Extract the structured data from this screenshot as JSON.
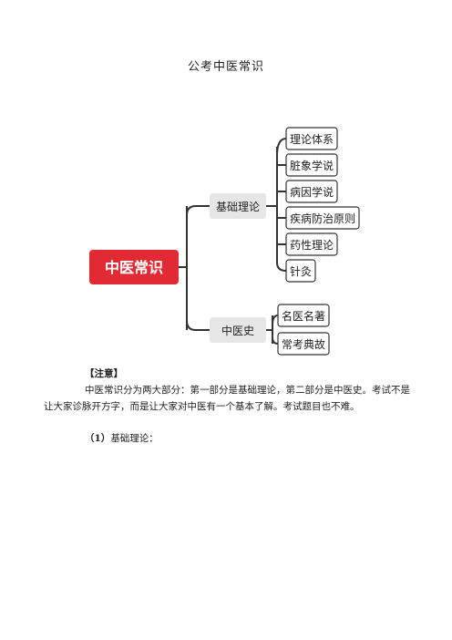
{
  "document": {
    "title": "公考中医常识"
  },
  "mindmap": {
    "root": "中医常识",
    "colors": {
      "root_fill": "#e12a33",
      "root_text": "#ffffff",
      "branch_fill": "#e6e6e6",
      "leaf_border": "#333333",
      "line": "#333333"
    },
    "branches": [
      {
        "label": "基础理论",
        "children": [
          "理论体系",
          "脏象学说",
          "病因学说",
          "疾病防治原则",
          "药性理论",
          "针灸"
        ]
      },
      {
        "label": "中医史",
        "children": [
          "名医名著",
          "常考典故"
        ]
      }
    ]
  },
  "note": {
    "heading": "【注意】",
    "body": "中医常识分为两大部分：第一部分是基础理论，第二部分是中医史。考试不是让大家诊脉开方字，而是让大家对中医有一个基本了解。考试题目也不难。"
  },
  "section": {
    "number": "（1）",
    "label": "基础理论："
  }
}
